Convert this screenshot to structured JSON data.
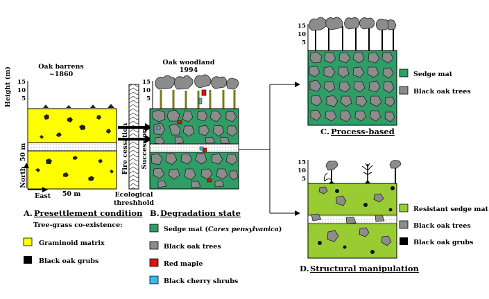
{
  "colors": {
    "graminoid": "#ffff00",
    "sedge": "#2e9e66",
    "resistant_sedge": "#99cc33",
    "oak_tree": "#8c8c8c",
    "grub": "#000000",
    "red_maple": "#e01010",
    "cherry": "#33bbee",
    "trunk": "#7a7a1a"
  },
  "panelA": {
    "title_line1": "Oak barrens",
    "title_line2": "~1860",
    "height_axis_label": "Height (m)",
    "height_ticks": [
      "15",
      "10",
      "5"
    ],
    "side_label_50m": "50 m",
    "side_label_north": "North",
    "east_label": "East",
    "width_label": "50 m",
    "caption_letter": "A.",
    "caption": "Presettlement condition",
    "subcaption": "Tree-grass co-existence:",
    "legend": [
      {
        "key": "graminoid",
        "label": "Graminoid matrix"
      },
      {
        "key": "grub",
        "label": "Black oak grubs"
      }
    ]
  },
  "threshold": {
    "fire_label": "Fire cessation",
    "succession_label": "Succession",
    "eco_label_line1": "Ecological",
    "eco_label_line2": "threshhold"
  },
  "panelB": {
    "title_line1": "Oak woodland",
    "title_line2": "1994",
    "height_ticks": [
      "15",
      "10",
      "5"
    ],
    "caption_letter": "B.",
    "caption": "Degradation state",
    "legend": [
      {
        "key": "sedge",
        "label_prefix": "Sedge mat (",
        "label_italic": "Carex pensylvanica",
        "label_suffix": ")"
      },
      {
        "key": "oak_tree",
        "label": "Black oak trees"
      },
      {
        "key": "red_maple",
        "label": "Red maple"
      },
      {
        "key": "cherry",
        "label": "Black cherry shrubs"
      }
    ]
  },
  "panelC": {
    "height_ticks": [
      "15",
      "10",
      "5"
    ],
    "caption_letter": "C.",
    "caption": "Process-based",
    "legend": [
      {
        "key": "sedge",
        "label": "Sedge mat"
      },
      {
        "key": "oak_tree",
        "label": "Black oak trees"
      }
    ]
  },
  "panelD": {
    "height_ticks": [
      "15",
      "10",
      "5"
    ],
    "caption_letter": "D.",
    "caption": "Structural manipulation",
    "legend": [
      {
        "key": "resistant_sedge",
        "label": "Resistant sedge mat"
      },
      {
        "key": "oak_tree",
        "label": "Black oak trees"
      },
      {
        "key": "grub",
        "label": "Black oak grubs"
      }
    ]
  }
}
